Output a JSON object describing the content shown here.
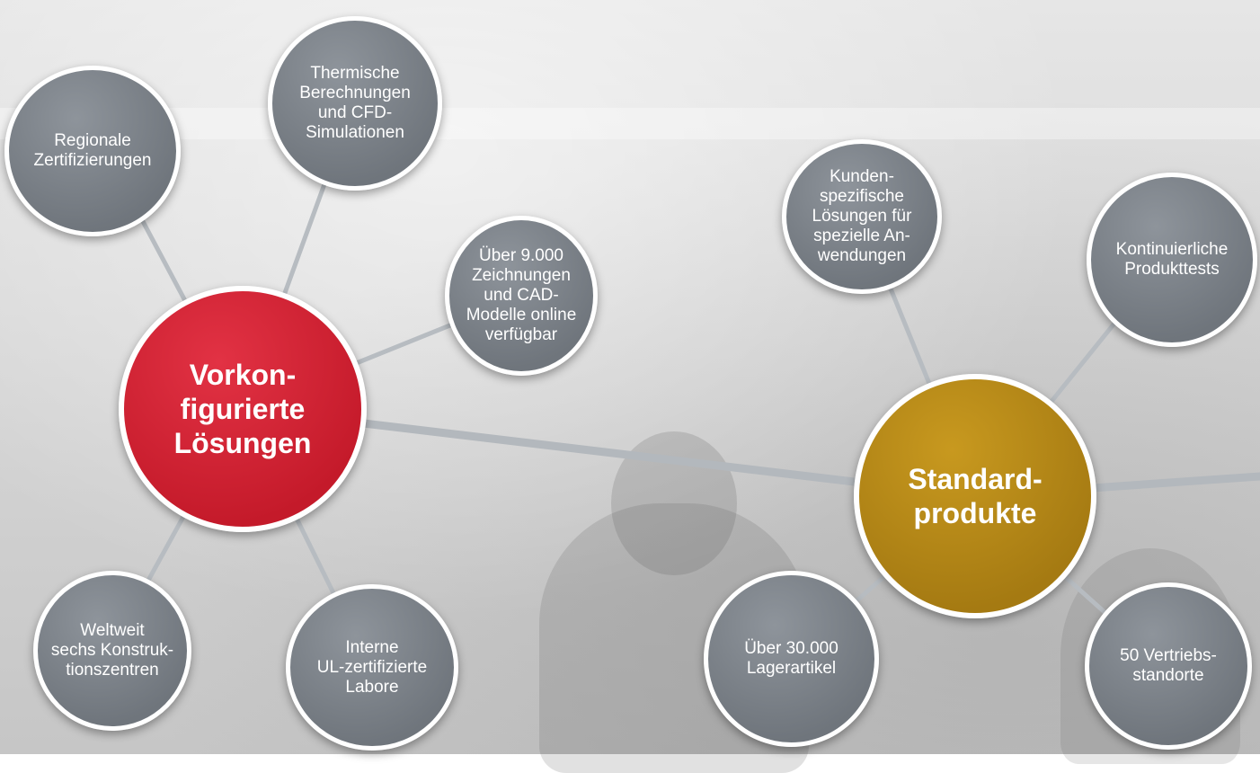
{
  "hubs": {
    "preconfigured": {
      "line1": "Vorkon-",
      "line2": "figurierte",
      "line3": "Lösungen",
      "color": "#d01f2f"
    },
    "standard": {
      "line1": "Standard-",
      "line2": "produkte",
      "color": "#b3871a"
    }
  },
  "nodes": {
    "regional_cert": {
      "line1": "Regionale",
      "line2": "Zertifizierungen"
    },
    "thermal": {
      "line1": "Thermische",
      "line2": "Berechnungen",
      "line3": "und CFD-",
      "line4": "Simulationen"
    },
    "cad_models": {
      "line1": "Über 9.000",
      "line2": "Zeichnungen",
      "line3": "und CAD-",
      "line4": "Modelle online",
      "line5": "verfügbar"
    },
    "design_centers": {
      "line1": "Weltweit",
      "line2": "sechs Konstruk-",
      "line3": "tionszentren"
    },
    "ul_labs": {
      "line1": "Interne",
      "line2": "UL-zertifizierte",
      "line3": "Labore"
    },
    "custom_solutions": {
      "line1": "Kunden-",
      "line2": "spezifische",
      "line3": "Lösungen für",
      "line4": "spezielle An-",
      "line5": "wendungen"
    },
    "product_tests": {
      "line1": "Kontinuierliche",
      "line2": "Produkttests"
    },
    "stock_items": {
      "line1": "Über 30.000",
      "line2": "Lagerartikel"
    },
    "sales_locations": {
      "line1": "50 Vertriebs-",
      "line2": "standorte"
    }
  },
  "colors": {
    "node_gray": "#7b8188",
    "link_gray": "#a9aeb3",
    "border": "#ffffff"
  }
}
